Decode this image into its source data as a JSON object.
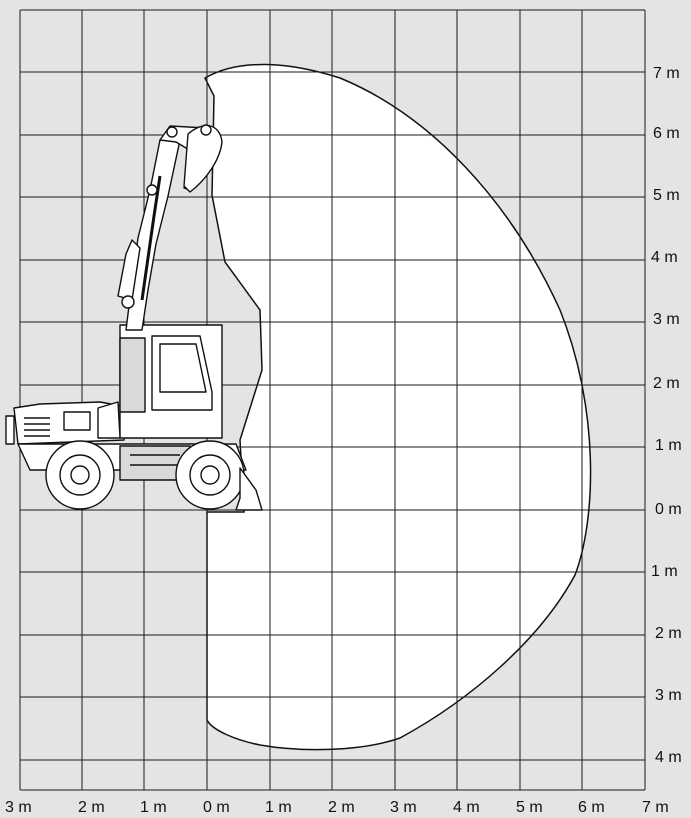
{
  "colors": {
    "background": "#e3e4e5",
    "grid": "#1a1a1a",
    "envelope": "#ffffff",
    "outline": "#111111"
  },
  "machine": {
    "icon": "wheeled-excavator-icon"
  },
  "y_axis_labels": [
    "7 m",
    "6 m",
    "5 m",
    "4 m",
    "3 m",
    "2 m",
    "1 m",
    "0 m",
    "1 m",
    "2 m",
    "3 m",
    "4 m"
  ],
  "x_axis_labels": [
    "3 m",
    "2 m",
    "1 m",
    "0 m",
    "1 m",
    "2 m",
    "3 m",
    "4 m",
    "5 m",
    "6 m",
    "7 m"
  ]
}
